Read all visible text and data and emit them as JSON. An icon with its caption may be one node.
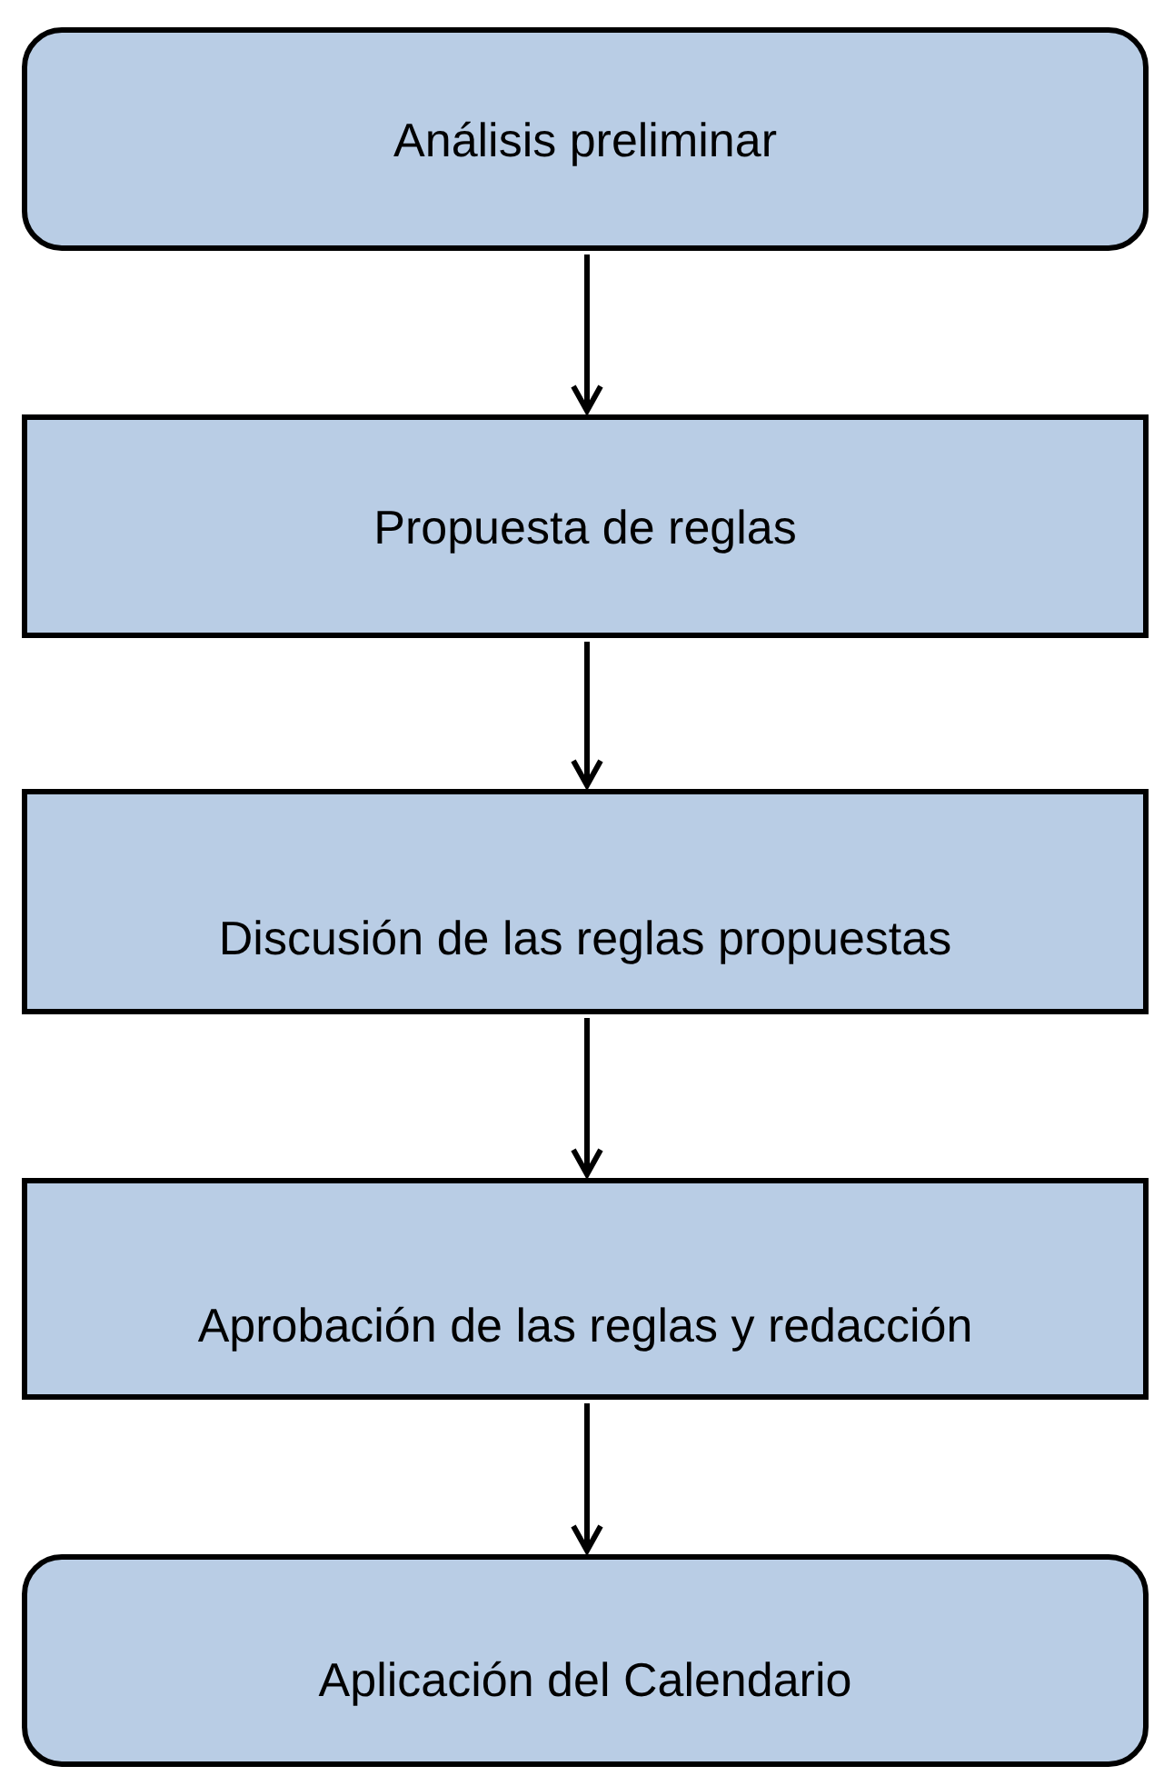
{
  "diagram": {
    "nodes": [
      {
        "text": [
          "Análisis preliminar"
        ]
      },
      {
        "text": [
          "Propuesta de reglas"
        ]
      },
      {
        "text": [
          "Discusión de las reglas propuestas"
        ]
      },
      {
        "text": [
          "Aprobación de las reglas y redacción"
        ]
      },
      {
        "text": [
          "Aplicación del Calendario"
        ]
      }
    ],
    "edges": [
      {
        "from": 0,
        "to": 1,
        "arrow": "to"
      },
      {
        "from": 1,
        "to": 2,
        "arrow": "to"
      },
      {
        "from": 2,
        "to": 3,
        "arrow": "to"
      },
      {
        "from": 3,
        "to": 4,
        "arrow": "to"
      }
    ]
  }
}
